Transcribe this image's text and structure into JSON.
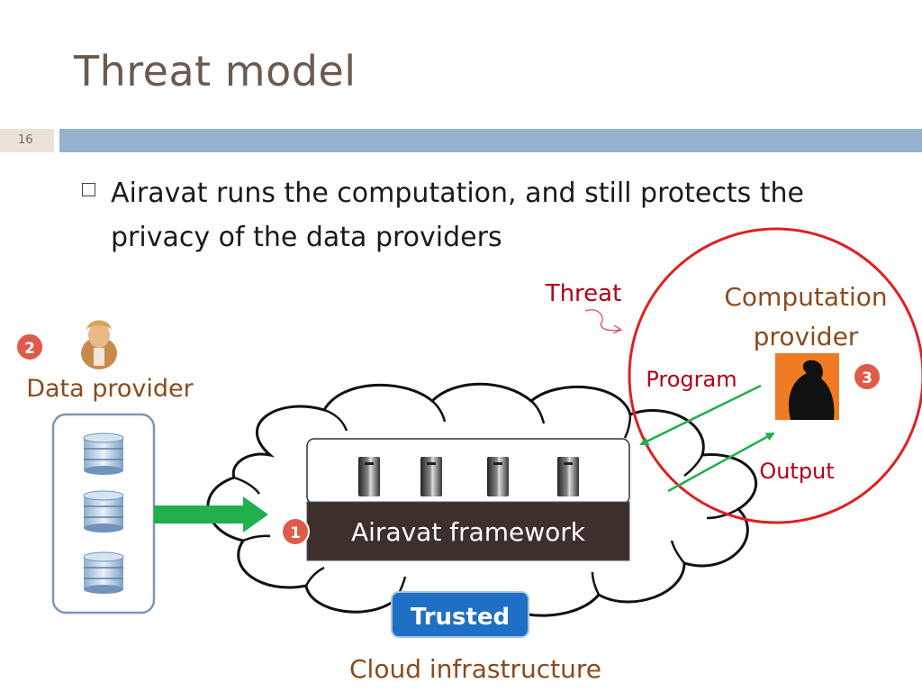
{
  "slide": {
    "title": "Threat model",
    "number": "16",
    "bullet": "Airavat runs the computation, and still protects the privacy of the data providers"
  },
  "diagram": {
    "threat_label": "Threat",
    "computation_provider_label_line1": "Computation",
    "computation_provider_label_line2": "provider",
    "program_label": "Program",
    "output_label": "Output",
    "data_provider_label": "Data provider",
    "framework_label": "Airavat framework",
    "trusted_label": "Trusted",
    "cloud_label": "Cloud infrastructure",
    "badge_1": "1",
    "badge_2": "2",
    "badge_3": "3"
  },
  "colors": {
    "title": "#6b5a4e",
    "title_bar": "#95b3d0",
    "threat_circle": "#e02020",
    "label_red": "#b0001a",
    "label_brown": "#8b4a1e",
    "framework_bg": "#3d2f2b",
    "trusted_bg": "#1f6fc4",
    "arrow_green": "#21b04b",
    "badge": "#e05a4a",
    "provider_bg": "#f07b22"
  }
}
